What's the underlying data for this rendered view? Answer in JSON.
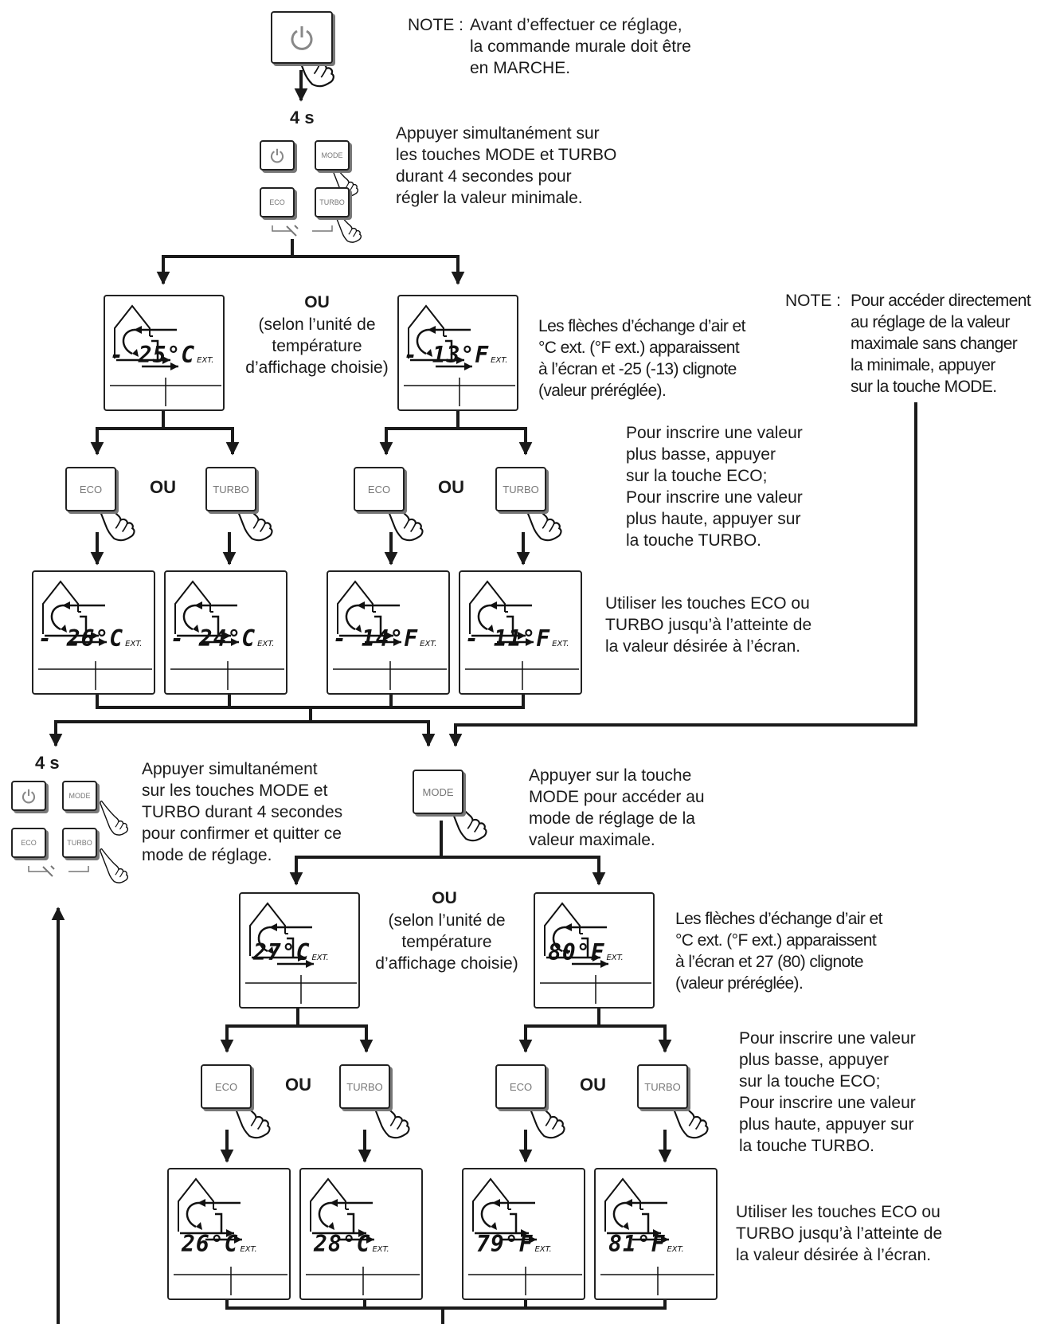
{
  "note_top": {
    "label": "NOTE :",
    "lines": [
      "Avant d’effectuer ce réglage,",
      "la commande murale doit être",
      "en MARCHE."
    ]
  },
  "hold_time_1": "4 s",
  "hold_time_2": "4 s",
  "buttons": {
    "eco": "ECO",
    "turbo": "TURBO",
    "mode": "MODE",
    "power_icon": "power-icon"
  },
  "instructions": {
    "press_min": [
      "Appuyer simultanément sur",
      "les touches MODE et TURBO",
      "durant 4 secondes pour",
      "régler la valeur minimale."
    ],
    "arrows_min": [
      "Les flèches d’échange d’air et",
      "°C ext. (°F ext.) apparaissent",
      "à l’écran et -25 (-13) clignote",
      "(valeur préréglée)."
    ],
    "lower_higher_1": [
      "Pour inscrire une valeur",
      "plus basse, appuyer",
      "sur la touche ECO;",
      "Pour inscrire une valeur",
      "plus haute, appuyer sur",
      "la touche TURBO."
    ],
    "use_keys_1": [
      "Utiliser les touches ECO ou",
      "TURBO jusqu’à l’atteinte de",
      "la valeur désirée à l’écran."
    ],
    "confirm_exit": [
      "Appuyer simultanément",
      "sur les touches MODE et",
      "TURBO durant 4 secondes",
      "pour confirmer et quitter ce",
      "mode de réglage."
    ],
    "press_mode": [
      "Appuyer sur la touche",
      "MODE pour accéder au",
      "mode de réglage de la",
      "valeur maximale."
    ],
    "arrows_max": [
      "Les flèches d’échange d’air et",
      "°C ext. (°F ext.) apparaissent",
      "à l’écran et 27 (80) clignote",
      "(valeur préréglée)."
    ],
    "lower_higher_2": [
      "Pour inscrire une valeur",
      "plus basse, appuyer",
      "sur la touche ECO;",
      "Pour inscrire une valeur",
      "plus haute, appuyer sur",
      "la touche TURBO."
    ],
    "use_keys_2": [
      "Utiliser les touches ECO ou",
      "TURBO jusqu’à l’atteinte de",
      "la valeur désirée à l’écran."
    ]
  },
  "note_right": {
    "label": "NOTE :",
    "lines": [
      "Pour accéder directement",
      "au réglage de la valeur",
      "maximale sans changer",
      "la minimale, appuyer",
      "sur la touche MODE."
    ]
  },
  "or_label": "OU",
  "unit_choice": [
    "(selon l’unité de",
    "température",
    "d’affichage choisie)"
  ],
  "displays": {
    "min_c": {
      "value": "- 25°C",
      "ext": "EXT."
    },
    "min_f": {
      "value": "- 13°F",
      "ext": "EXT."
    },
    "min_c_down": {
      "value": "- 26°C",
      "ext": "EXT."
    },
    "min_c_up": {
      "value": "- 24°C",
      "ext": "EXT."
    },
    "min_f_down": {
      "value": "- 14°F",
      "ext": "EXT."
    },
    "min_f_up": {
      "value": "- 11°F",
      "ext": "EXT."
    },
    "max_c": {
      "value": "27°C",
      "ext": "EXT."
    },
    "max_f": {
      "value": "80°F",
      "ext": "EXT."
    },
    "max_c_down": {
      "value": "26°C",
      "ext": "EXT."
    },
    "max_c_up": {
      "value": "28°C",
      "ext": "EXT."
    },
    "max_f_down": {
      "value": "79°F",
      "ext": "EXT."
    },
    "max_f_up": {
      "value": "81°F",
      "ext": "EXT."
    }
  }
}
